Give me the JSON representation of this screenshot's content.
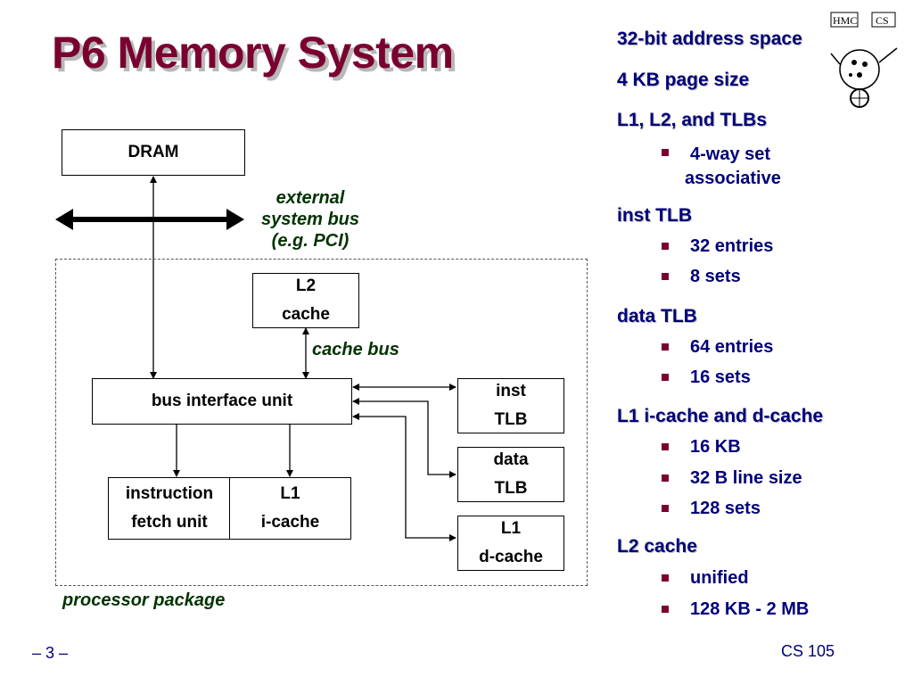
{
  "title": "P6 Memory System",
  "diagram": {
    "dram": "DRAM",
    "external_bus": [
      "external",
      "system bus",
      "(e.g. PCI)"
    ],
    "l2_cache": [
      "L2",
      "cache"
    ],
    "cache_bus": "cache bus",
    "bus_interface_unit": "bus interface unit",
    "instruction_fetch_unit": [
      "instruction",
      "fetch unit"
    ],
    "l1_icache": [
      "L1",
      "i-cache"
    ],
    "inst_tlb": [
      "inst",
      "TLB"
    ],
    "data_tlb": [
      "data",
      "TLB"
    ],
    "l1_dcache": [
      "L1",
      "d-cache"
    ],
    "processor_package": "processor package"
  },
  "specs": [
    {
      "heading": "32-bit address space",
      "items": []
    },
    {
      "heading": "4 KB page size",
      "items": []
    },
    {
      "heading": "L1, L2, and TLBs",
      "items": [
        "4-way set associative"
      ]
    },
    {
      "heading": "inst TLB",
      "items": [
        "32 entries",
        "8 sets"
      ]
    },
    {
      "heading": "data TLB",
      "items": [
        "64 entries",
        "16 sets"
      ]
    },
    {
      "heading": "L1 i-cache and d-cache",
      "items": [
        "16 KB",
        "32 B line size",
        "128 sets"
      ]
    },
    {
      "heading": "L2  cache",
      "items": [
        "unified",
        "128 KB - 2 MB"
      ]
    }
  ],
  "footer": {
    "page": "– 3 –",
    "course": "CS 105"
  },
  "logo": {
    "text_left": "HMC",
    "text_right": "CS",
    "icon": "hmc-cs-robot-logo"
  },
  "colors": {
    "title": "#7a0030",
    "text": "#00007a",
    "italic_label": "#003300",
    "bullet": "#7a0030"
  }
}
